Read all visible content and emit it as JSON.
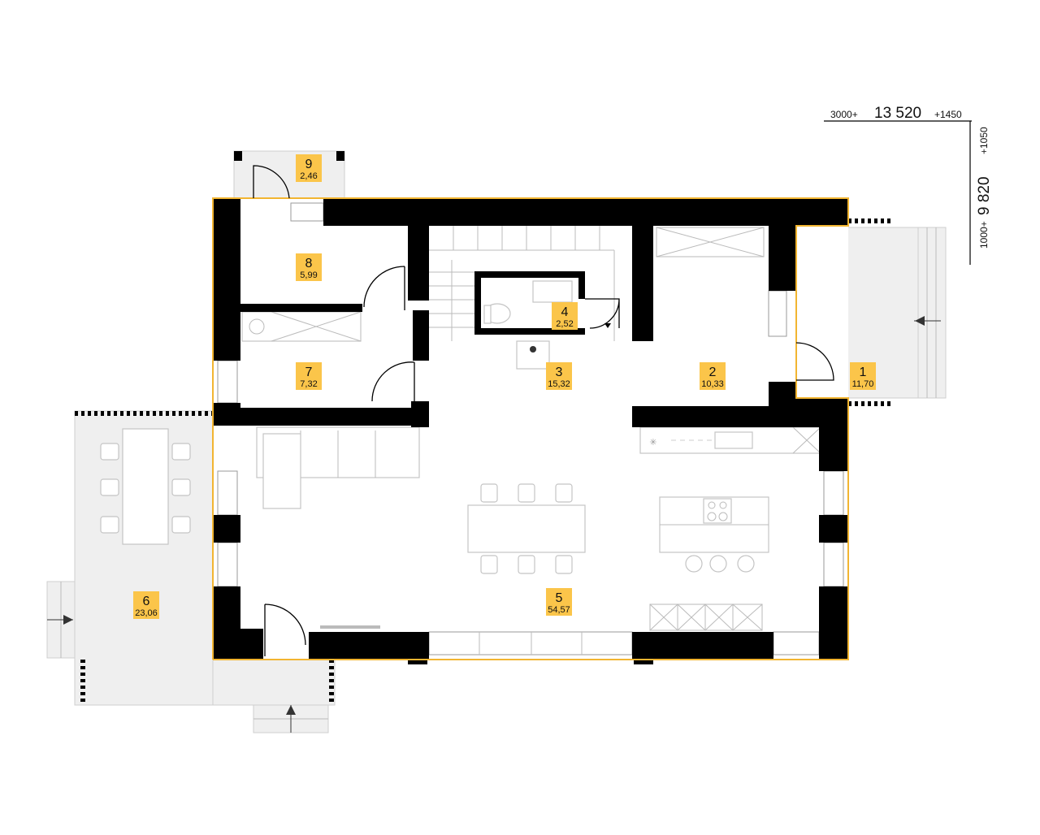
{
  "rooms": [
    {
      "number": "1",
      "area": "11,70"
    },
    {
      "number": "2",
      "area": "10,33"
    },
    {
      "number": "3",
      "area": "15,32"
    },
    {
      "number": "4",
      "area": "2,52"
    },
    {
      "number": "5",
      "area": "54,57"
    },
    {
      "number": "6",
      "area": "23,06"
    },
    {
      "number": "7",
      "area": "7,32"
    },
    {
      "number": "8",
      "area": "5,99"
    },
    {
      "number": "9",
      "area": "2,46"
    }
  ],
  "dimensions": {
    "width": {
      "prefix": "3000+",
      "value": "13 520",
      "suffix": "+1450"
    },
    "depth": {
      "prefix": "1000+",
      "value": "9 820",
      "suffix": "+1050"
    }
  },
  "colors": {
    "label": "#fbc54a",
    "outline": "#f2b531",
    "wall": "#000000",
    "exterior": "#efefef"
  }
}
